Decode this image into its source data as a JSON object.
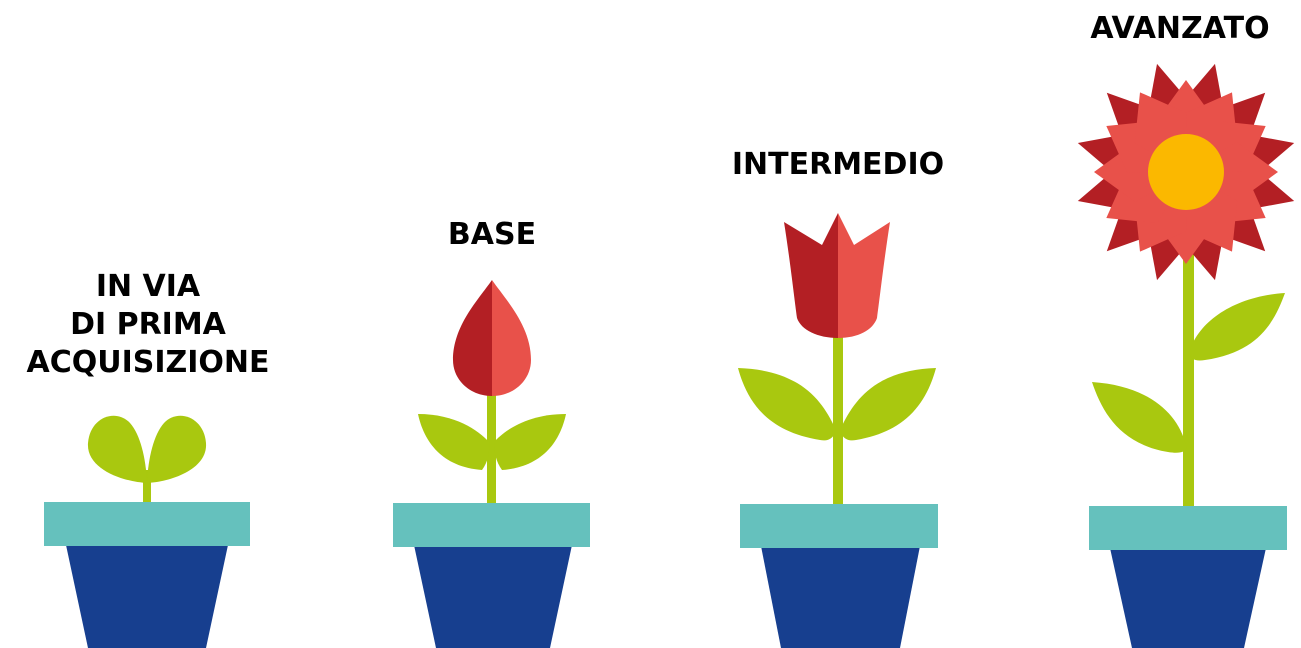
{
  "stages": [
    {
      "lines": [
        "IN VIA",
        "DI PRIMA",
        "ACQUISIZIONE"
      ]
    },
    {
      "lines": [
        "BASE"
      ]
    },
    {
      "lines": [
        "INTERMEDIO"
      ]
    },
    {
      "lines": [
        "AVANZATO"
      ]
    }
  ],
  "colors": {
    "pot_rim": "#65c1bd",
    "pot_body": "#173f8f",
    "stem_leaf": "#a9c80f",
    "petal_dark": "#b31f24",
    "petal_light": "#e8514a",
    "flower_center": "#fbb800"
  }
}
